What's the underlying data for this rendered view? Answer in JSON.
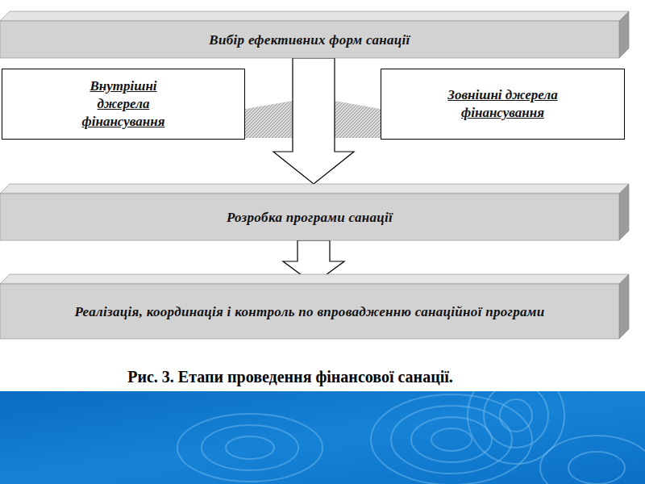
{
  "diagram": {
    "caption": "Рис. 3. Етапи проведення фінансової санації.",
    "nodes": [
      {
        "text": [
          "Вибір ефективних форм санації"
        ]
      },
      {
        "text": [
          "Внутрішні джерела фінансування"
        ]
      },
      {
        "text": [
          "Зовнішні джерела фінансування"
        ]
      },
      {
        "text": [
          "Розробка програми санації"
        ]
      },
      {
        "text": [
          "Реалізація, координація і контроль по впровадженню санаційної програми"
        ]
      }
    ],
    "edges": [
      {
        "from": 1,
        "to": 3,
        "arrow": "to"
      },
      {
        "from": 2,
        "to": 3,
        "arrow": "to"
      },
      {
        "from": 0,
        "to": 3,
        "arrow": "to"
      },
      {
        "from": 3,
        "to": 4,
        "arrow": "to"
      }
    ]
  }
}
